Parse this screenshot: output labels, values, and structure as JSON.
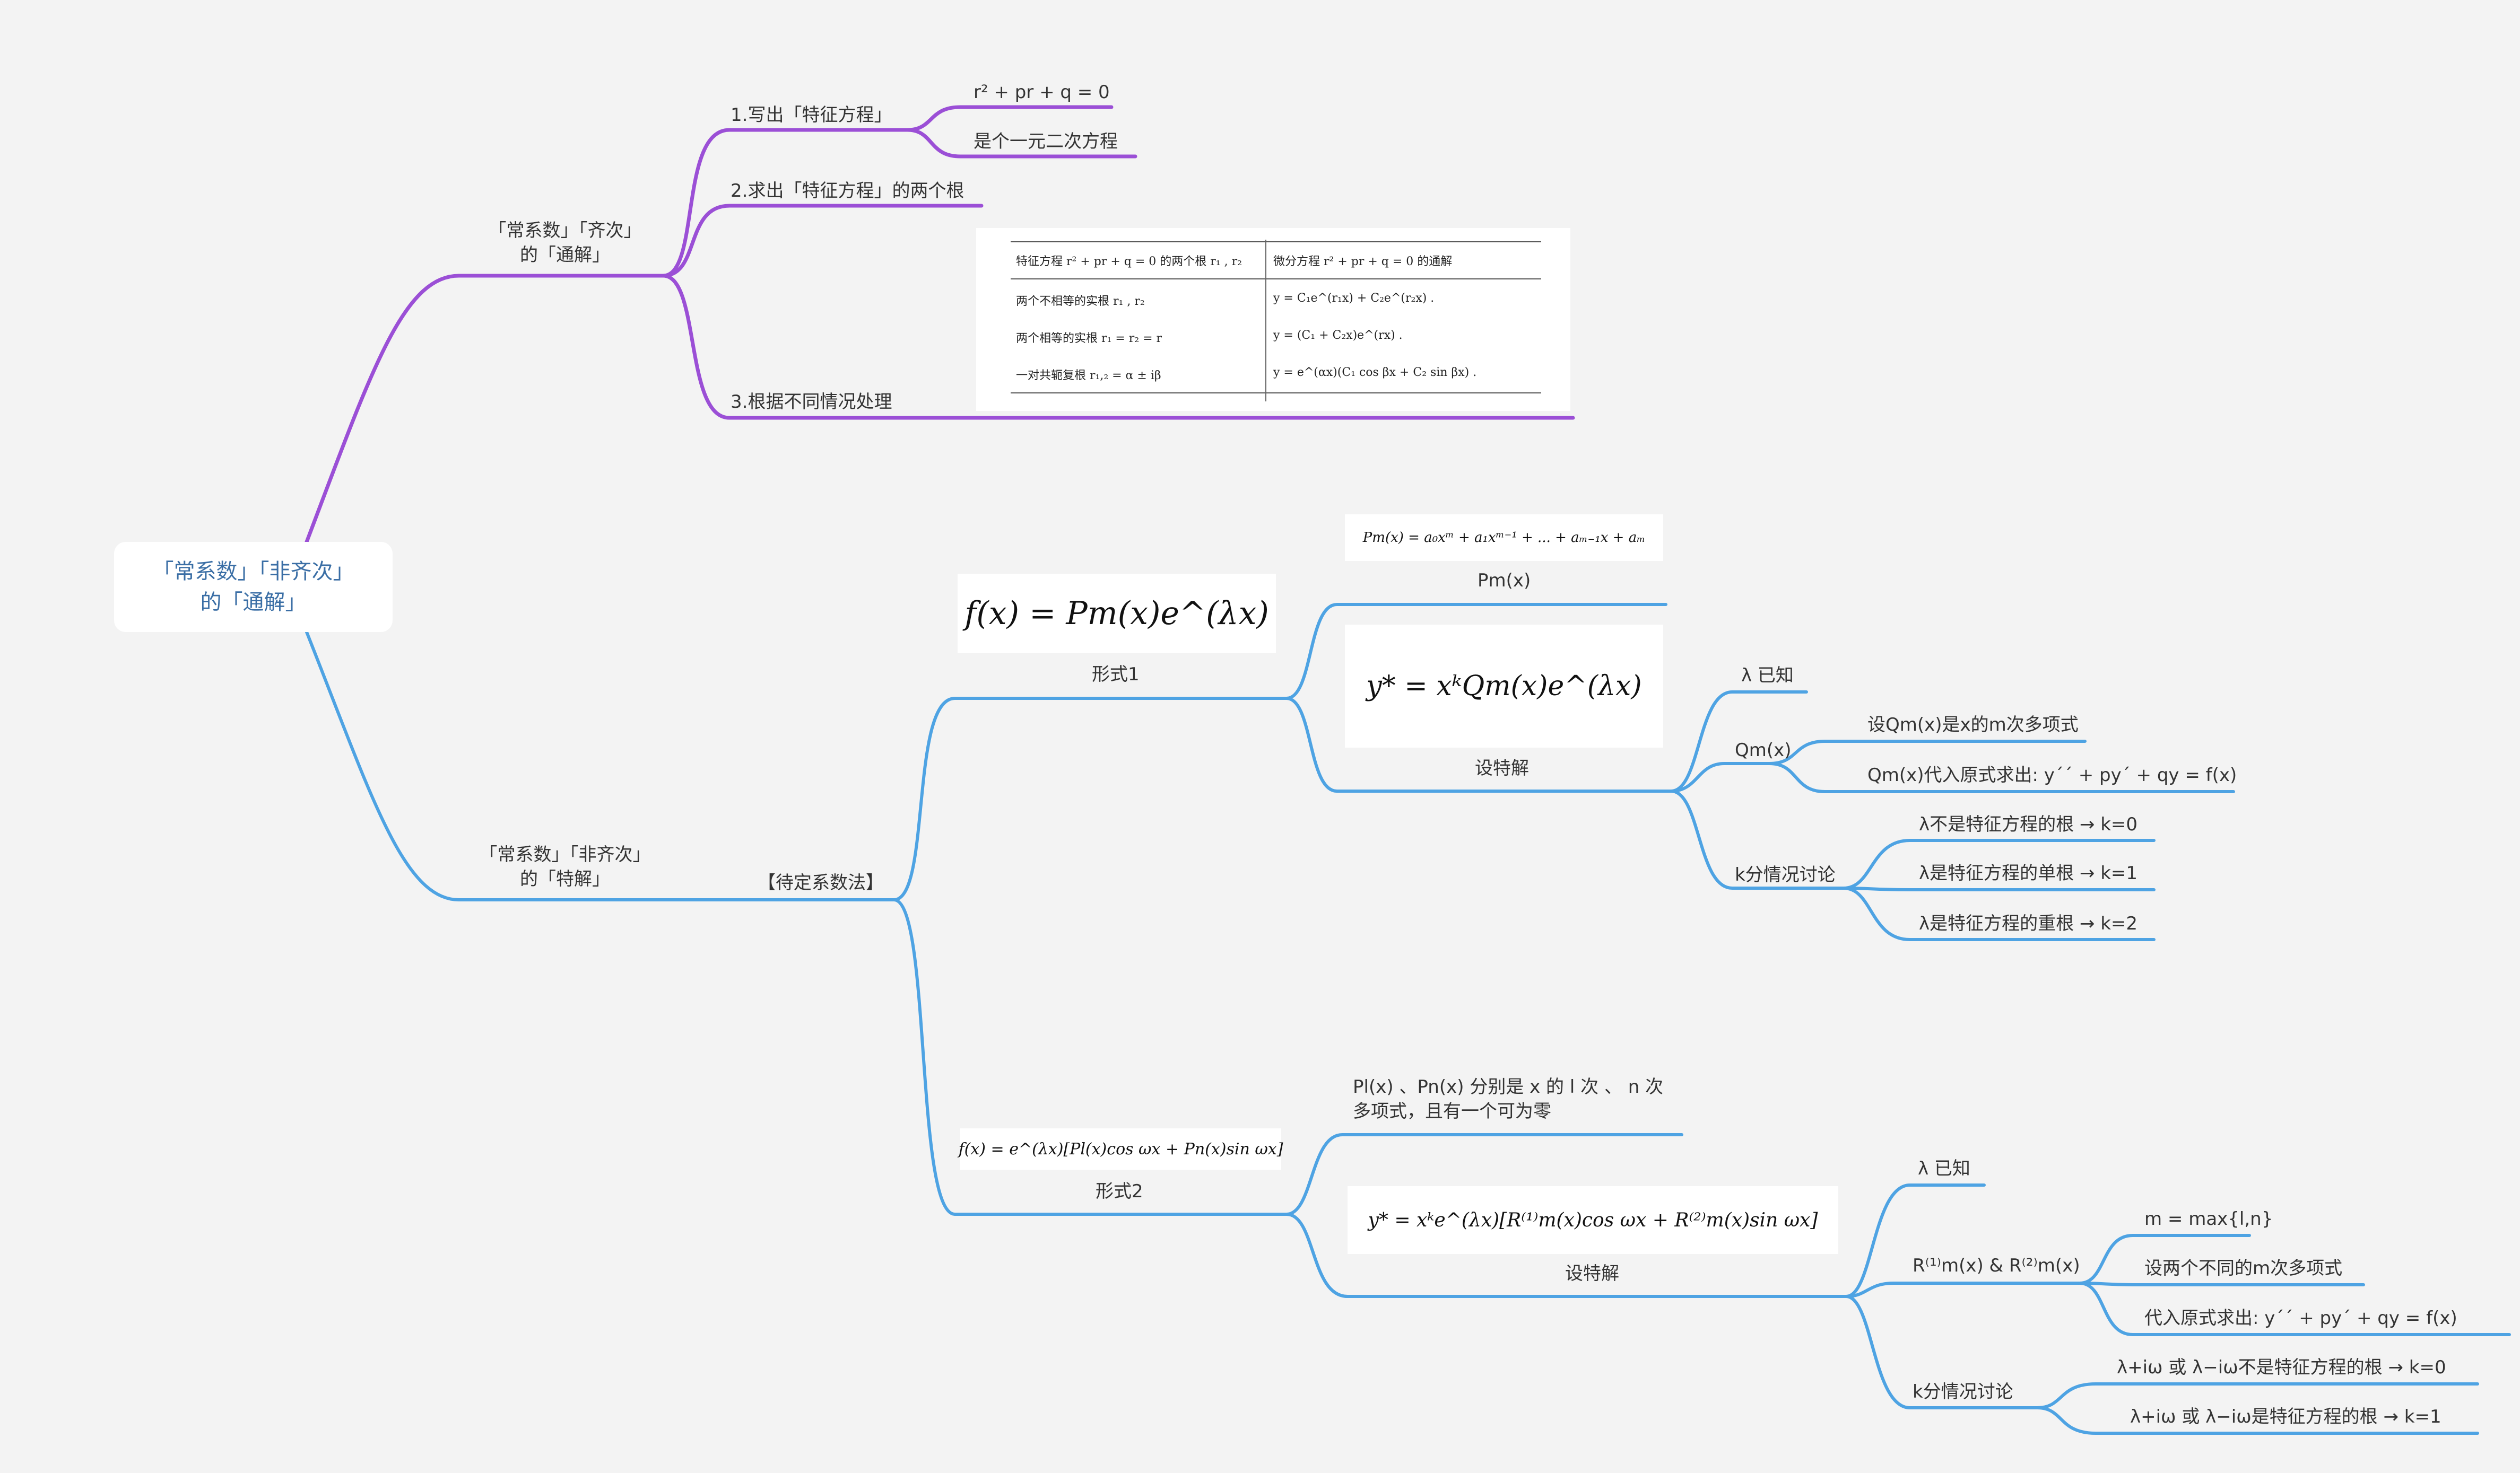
{
  "root": {
    "label": "「常系数」「非齐次」\n的「通解」"
  },
  "homogeneous": {
    "label": "「常系数」「齐次」\n的「通解」",
    "color": "#9b4fd6",
    "steps": [
      {
        "label": "1.写出「特征方程」",
        "children": [
          "r² + pr + q = 0",
          "是个一元二次方程"
        ]
      },
      {
        "label": "2.求出「特征方程」的两个根"
      },
      {
        "label": "3.根据不同情况处理"
      }
    ],
    "table": {
      "headers": [
        "特征方程 r² + pr + q = 0 的两个根 r₁ , r₂",
        "微分方程 r² + pr + q = 0 的通解"
      ],
      "rows": [
        [
          "两个不相等的实根 r₁ , r₂",
          "y = C₁e^(r₁x) + C₂e^(r₂x) ."
        ],
        [
          "两个相等的实根 r₁ = r₂ = r",
          "y = (C₁ + C₂x)e^(rx) ."
        ],
        [
          "一对共轭复根 r₁,₂ = α ± iβ",
          "y = e^(αx)(C₁ cos βx + C₂ sin βx) ."
        ]
      ]
    }
  },
  "particular": {
    "label": "「常系数」「非齐次」\n的「特解」",
    "color": "#4ea3e3",
    "method": "【待定系数法】",
    "form1": {
      "label": "形式1",
      "formula": "f(x) = Pm(x)e^(λx)",
      "pm": {
        "label": "Pm(x)",
        "formula": "Pm(x) = a₀xᵐ + a₁xᵐ⁻¹ + ... + aₘ₋₁x + aₘ"
      },
      "guess": {
        "label": "设特解",
        "formula": "y* = xᵏQm(x)e^(λx)",
        "lambda": "λ 已知",
        "qm": {
          "label": "Qm(x)",
          "items": [
            "设Qm(x)是x的m次多项式",
            "Qm(x)代入原式求出: y´´ + py´ + qy = f(x)"
          ]
        },
        "k": {
          "label": "k分情况讨论",
          "items": [
            "λ不是特征方程的根 → k=0",
            "λ是特征方程的单根 → k=1",
            "λ是特征方程的重根 → k=2"
          ]
        }
      }
    },
    "form2": {
      "label": "形式2",
      "formula": "f(x) = e^(λx)[Pl(x)cos ωx + Pn(x)sin ωx]",
      "note": "Pl(x) 、Pn(x) 分别是 x 的 l 次 、 n 次\n多项式，且有一个可为零",
      "guess": {
        "label": "设特解",
        "formula": "y* = xᵏe^(λx)[R⁽¹⁾m(x)cos ωx + R⁽²⁾m(x)sin ωx]",
        "lambda": "λ 已知",
        "r": {
          "label": "R⁽¹⁾m(x) & R⁽²⁾m(x)",
          "items": [
            "m = max{l,n}",
            "设两个不同的m次多项式",
            "代入原式求出: y´´ + py´ + qy = f(x)"
          ]
        },
        "k": {
          "label": "k分情况讨论",
          "items": [
            "λ+iω 或 λ−iω不是特征方程的根 → k=0",
            "λ+iω 或 λ−iω是特征方程的根 → k=1"
          ]
        }
      }
    }
  }
}
